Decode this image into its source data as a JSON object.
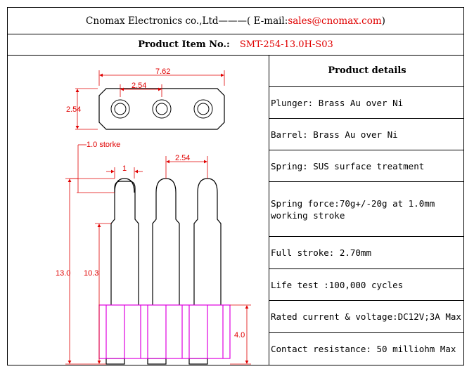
{
  "header": {
    "company": "Cnomax Electronics co.,Ltd———( E-mail: ",
    "email": "sales@cnomax.com",
    "close": ")"
  },
  "product": {
    "label": "Product Item No.:",
    "number": "SMT-254-13.0H-S03"
  },
  "drawing": {
    "dim_total_width": "7.62",
    "dim_pitch_top": "2.54",
    "dim_height_top": "2.54",
    "dim_stroke": "1.0 storke",
    "dim_pitch_side": "2.54",
    "dim_tip": "1",
    "dim_total_height": "13.0",
    "dim_body_height": "10.3",
    "dim_base_height": "4.0",
    "colors": {
      "line": "#000000",
      "dimension": "#e00000",
      "base": "#e000e0"
    }
  },
  "details": {
    "heading": "Product details",
    "rows": [
      "Plunger: Brass Au over Ni",
      "Barrel: Brass Au over Ni",
      "Spring: SUS surface treatment",
      "Spring force:70g+/-20g at 1.0mm working stroke",
      "Full stroke: 2.70mm",
      "Life test :100,000 cycles",
      "Rated current & voltage:DC12V;3A Max",
      "Contact resistance: 50 milliohm Max"
    ]
  }
}
